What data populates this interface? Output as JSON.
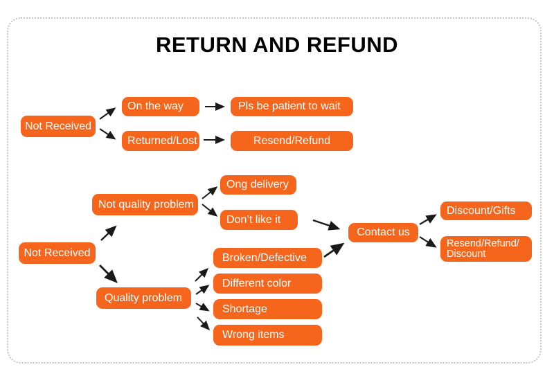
{
  "title": "RETURN AND REFUND",
  "colors": {
    "node_fill": "#f6651c",
    "node_text": "#ffffff",
    "arrow": "#1a1a1a",
    "dotted_border": "#c4c4c4",
    "title_text": "#000000"
  },
  "flow1": {
    "root": "Not Received",
    "on_the_way": "On the way",
    "pls_wait": "Pls be patient to wait",
    "returned_lost": "Returned/Lost",
    "resend_refund": "Resend/Refund"
  },
  "flow2": {
    "root": "Not Received",
    "not_quality_problem": "Not quality problem",
    "ong_delivery": "Ong delivery",
    "dont_like_it": "Don’t like it",
    "quality_problem": "Quality problem",
    "broken_defective": "Broken/Defective",
    "different_color": "Different color",
    "shortage": "Shortage",
    "wrong_items": "Wrong items",
    "contact_us": "Contact us",
    "discount_gifts": "Discount/Gifts",
    "resend_refund_discount": {
      "line1": "Resend/Refund/",
      "line2": "Discount"
    }
  }
}
